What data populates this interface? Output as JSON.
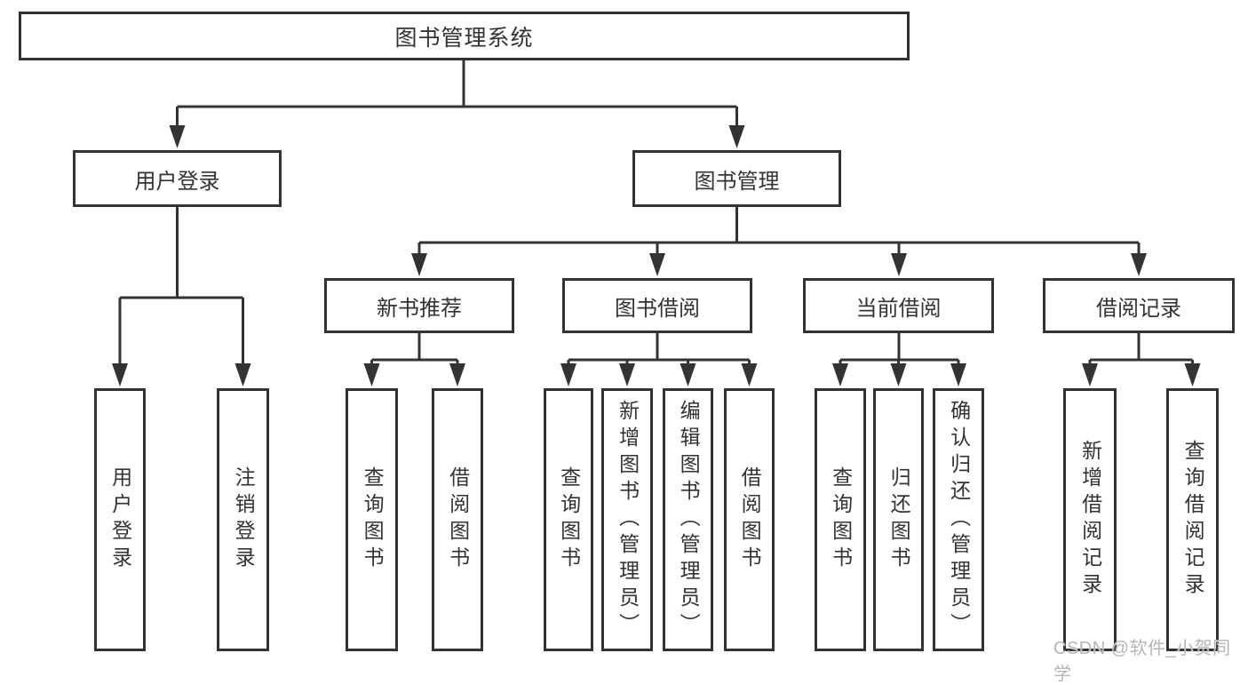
{
  "tree": {
    "label": "图书管理系统",
    "children": [
      {
        "label": "用户登录",
        "children": [
          {
            "label": "用户登录"
          },
          {
            "label": "注销登录"
          }
        ]
      },
      {
        "label": "图书管理",
        "children": [
          {
            "label": "新书推荐",
            "children": [
              {
                "label": "查询图书"
              },
              {
                "label": "借阅图书"
              }
            ]
          },
          {
            "label": "图书借阅",
            "children": [
              {
                "label": "查询图书"
              },
              {
                "label": "新增图书（管理员）"
              },
              {
                "label": "编辑图书（管理员）"
              },
              {
                "label": "借阅图书"
              }
            ]
          },
          {
            "label": "当前借阅",
            "children": [
              {
                "label": "查询图书"
              },
              {
                "label": "归还图书"
              },
              {
                "label": "确认归还（管理员）"
              }
            ]
          },
          {
            "label": "借阅记录",
            "children": [
              {
                "label": "新增借阅记录"
              },
              {
                "label": "查询借阅记录"
              }
            ]
          }
        ]
      }
    ]
  },
  "watermark": "CSDN @软件_小贺同学",
  "colors": {
    "line": "#333333",
    "text": "#333333",
    "background": "#ffffff",
    "watermark": "#b5b5b5"
  }
}
